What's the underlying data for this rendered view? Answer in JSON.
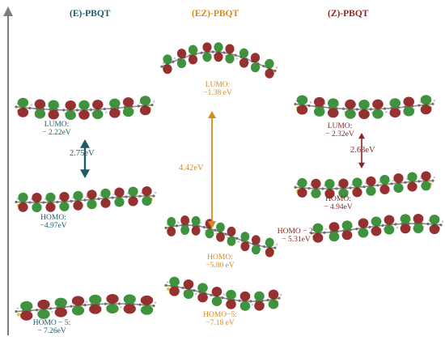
{
  "colors": {
    "e": "#1c5a6b",
    "ez": "#d98a1e",
    "z": "#8c2424",
    "lobe_green": "#2f8a2f",
    "lobe_red": "#8c1f1f",
    "axis": "#7d7d7d"
  },
  "columns": [
    {
      "title": "(E)-PBQT",
      "levels": [
        {
          "name": "LUMO:",
          "value": "− 2.22eV"
        },
        {
          "name": "HOMO:",
          "value": "−4.97eV"
        },
        {
          "name": "HOMO − 5:",
          "value": "− 7.26eV"
        }
      ],
      "gap": "2.75eV"
    },
    {
      "title": "(EZ)-PBQT",
      "levels": [
        {
          "name": "LUMO:",
          "value": "−1.38 eV"
        },
        {
          "name": "HOMO:",
          "value": "−5.80 eV"
        },
        {
          "name": "HOMO−5:",
          "value": "−7.18 eV"
        }
      ],
      "gap": "4.42eV"
    },
    {
      "title": "(Z)-PBQT",
      "levels": [
        {
          "name": "LUMO:",
          "value": "− 2.32eV"
        },
        {
          "name": "HOMO:",
          "value": "− 4.94eV"
        },
        {
          "name": "HOMO − 2:",
          "value": "− 5.31eV"
        }
      ],
      "gap": "2.63eV"
    }
  ]
}
